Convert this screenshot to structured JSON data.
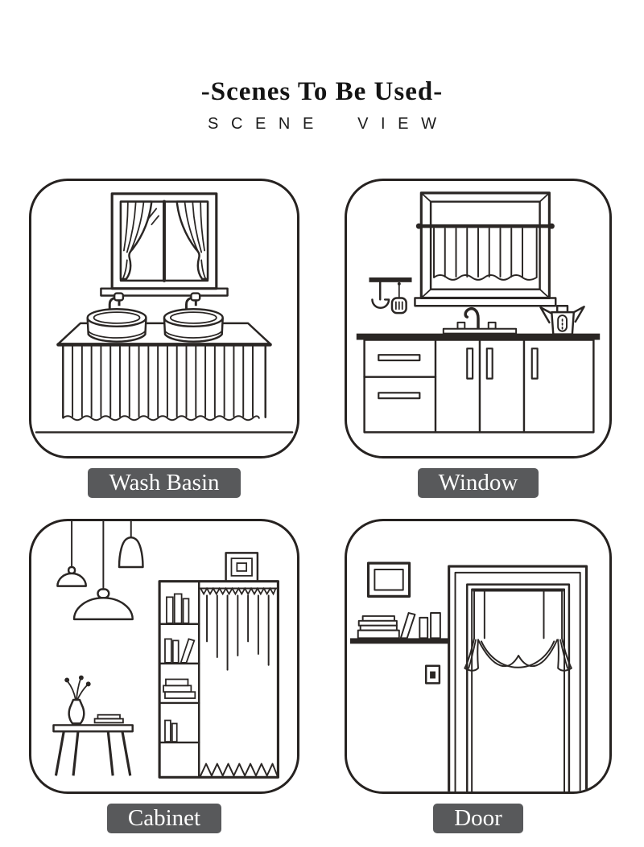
{
  "page": {
    "title": "-Scenes To Be Used-",
    "subtitle": "SCENE VIEW"
  },
  "colors": {
    "page_background": "#ffffff",
    "line_art_ink": "#2a2624",
    "panel_border": "#262220",
    "label_background": "#58595b",
    "label_text": "#ffffff",
    "title_text": "#141414"
  },
  "panels": [
    {
      "label": "Wash Basin",
      "icon": "wash-basin-scene-illustration"
    },
    {
      "label": "Window",
      "icon": "kitchen-window-scene-illustration"
    },
    {
      "label": "Cabinet",
      "icon": "cabinet-scene-illustration"
    },
    {
      "label": "Door",
      "icon": "door-scene-illustration"
    }
  ]
}
